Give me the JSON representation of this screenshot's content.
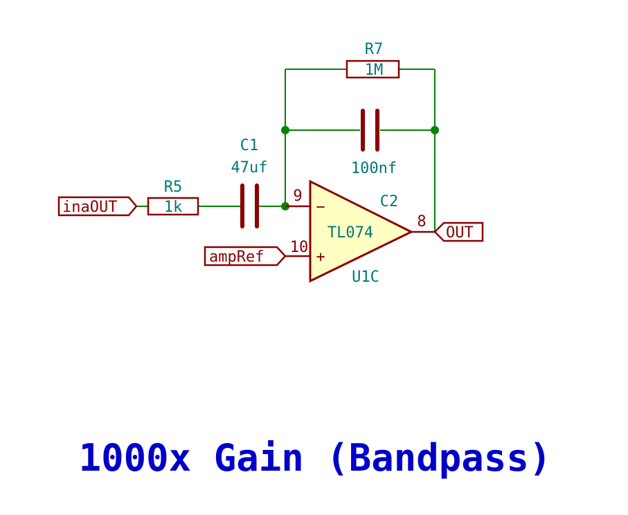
{
  "diagram": {
    "title": "1000x Gain (Bandpass)",
    "components": {
      "r5": {
        "ref": "R5",
        "value": "1k"
      },
      "r7": {
        "ref": "R7",
        "value": "1M"
      },
      "c1": {
        "ref": "C1",
        "value": "47uf"
      },
      "c2": {
        "ref": "C2",
        "value": "100nf"
      },
      "u1c": {
        "ref": "U1C",
        "value": "TL074",
        "pin_inv": "9",
        "pin_noninv": "10",
        "pin_out": "8",
        "sym_minus": "−",
        "sym_plus": "+"
      }
    },
    "ports": {
      "input": "inaOUT",
      "reference": "ampRef",
      "output": "OUT"
    },
    "colors": {
      "wire": "#008400",
      "component": "#8b0000",
      "label": "#007878",
      "title": "#0000c8",
      "amp_fill": "#ffffc2"
    }
  }
}
